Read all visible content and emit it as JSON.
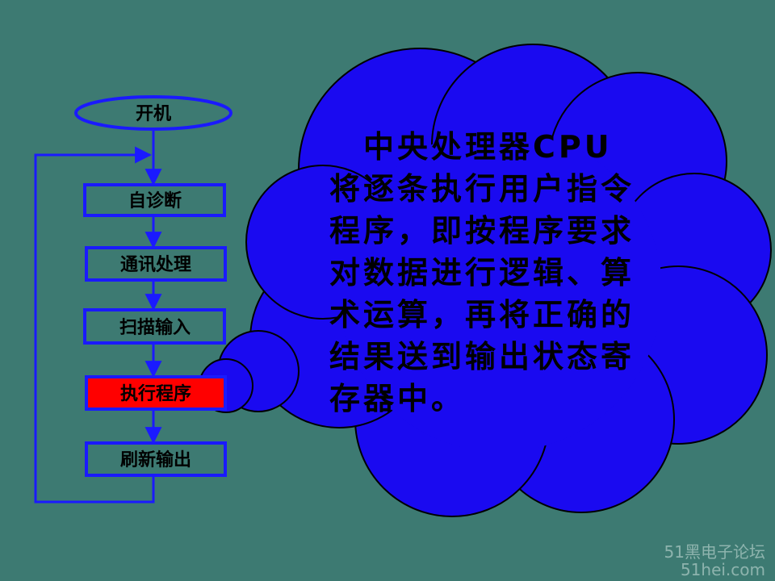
{
  "flowchart": {
    "start": "开机",
    "steps": [
      "自诊断",
      "通讯处理",
      "扫描输入",
      "执行程序",
      "刷新输出"
    ],
    "highlighted_step": "执行程序"
  },
  "callout": {
    "lines": [
      "　中央处理器CPU",
      "将逐条执行用户指令",
      "程序，即按程序要求",
      "对数据进行逻辑、算",
      "术运算，再将正确的",
      "结果送到输出状态寄",
      "存器中。"
    ]
  },
  "watermark": {
    "line1": "51黑电子论坛",
    "line2": "51hei.com"
  },
  "colors": {
    "background": "#3d7a72",
    "box_border": "#1a1aff",
    "cloud_fill": "#1a0af0",
    "highlight_fill": "#ff0000"
  }
}
